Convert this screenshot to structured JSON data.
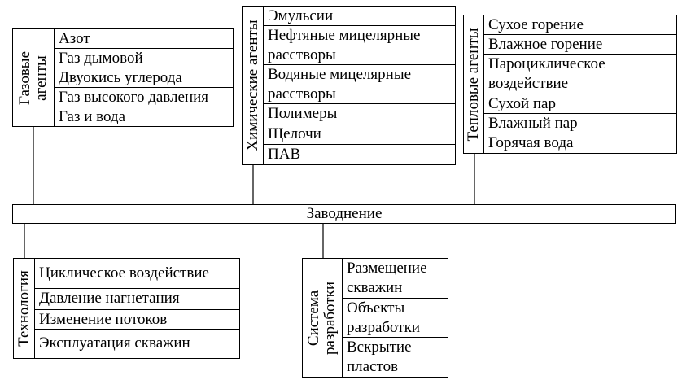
{
  "center": {
    "label": "Заводнение"
  },
  "gas": {
    "label_line1": "Газовые",
    "label_line2": "агенты",
    "items": [
      "Азот",
      "Газ дымовой",
      "Двуокись углерода",
      "Газ высокого давления",
      "Газ и вода"
    ]
  },
  "chemical": {
    "label": "Химические агенты",
    "items": [
      {
        "line1": "Эмульсии",
        "line2": ""
      },
      {
        "line1": "Нефтяные мицелярные",
        "line2": "расстворы"
      },
      {
        "line1": "Водяные мицелярные",
        "line2": "расстворы"
      },
      {
        "line1": "Полимеры",
        "line2": ""
      },
      {
        "line1": "Щелочи",
        "line2": ""
      },
      {
        "line1": "ПАВ",
        "line2": ""
      }
    ]
  },
  "thermal": {
    "label": "Тепловые агенты",
    "items": [
      {
        "line1": "Сухое горение",
        "line2": ""
      },
      {
        "line1": "Влажное горение",
        "line2": ""
      },
      {
        "line1": "Пароциклическое",
        "line2": "воздействие"
      },
      {
        "line1": "Сухой пар",
        "line2": ""
      },
      {
        "line1": "Влажный пар",
        "line2": ""
      },
      {
        "line1": "Горячая вода",
        "line2": ""
      }
    ]
  },
  "technology": {
    "label": "Технология",
    "items": [
      "Циклическое воздействие",
      "Давление нагнетания",
      "Изменение потоков",
      "Эксплуатация скважин"
    ]
  },
  "system": {
    "label_line1": "Система",
    "label_line2": "разработки",
    "items": [
      {
        "line1": "Размещение",
        "line2": "скважин"
      },
      {
        "line1": "Объекты",
        "line2": "разработки"
      },
      {
        "line1": "Вскрытие",
        "line2": "пластов"
      }
    ]
  }
}
